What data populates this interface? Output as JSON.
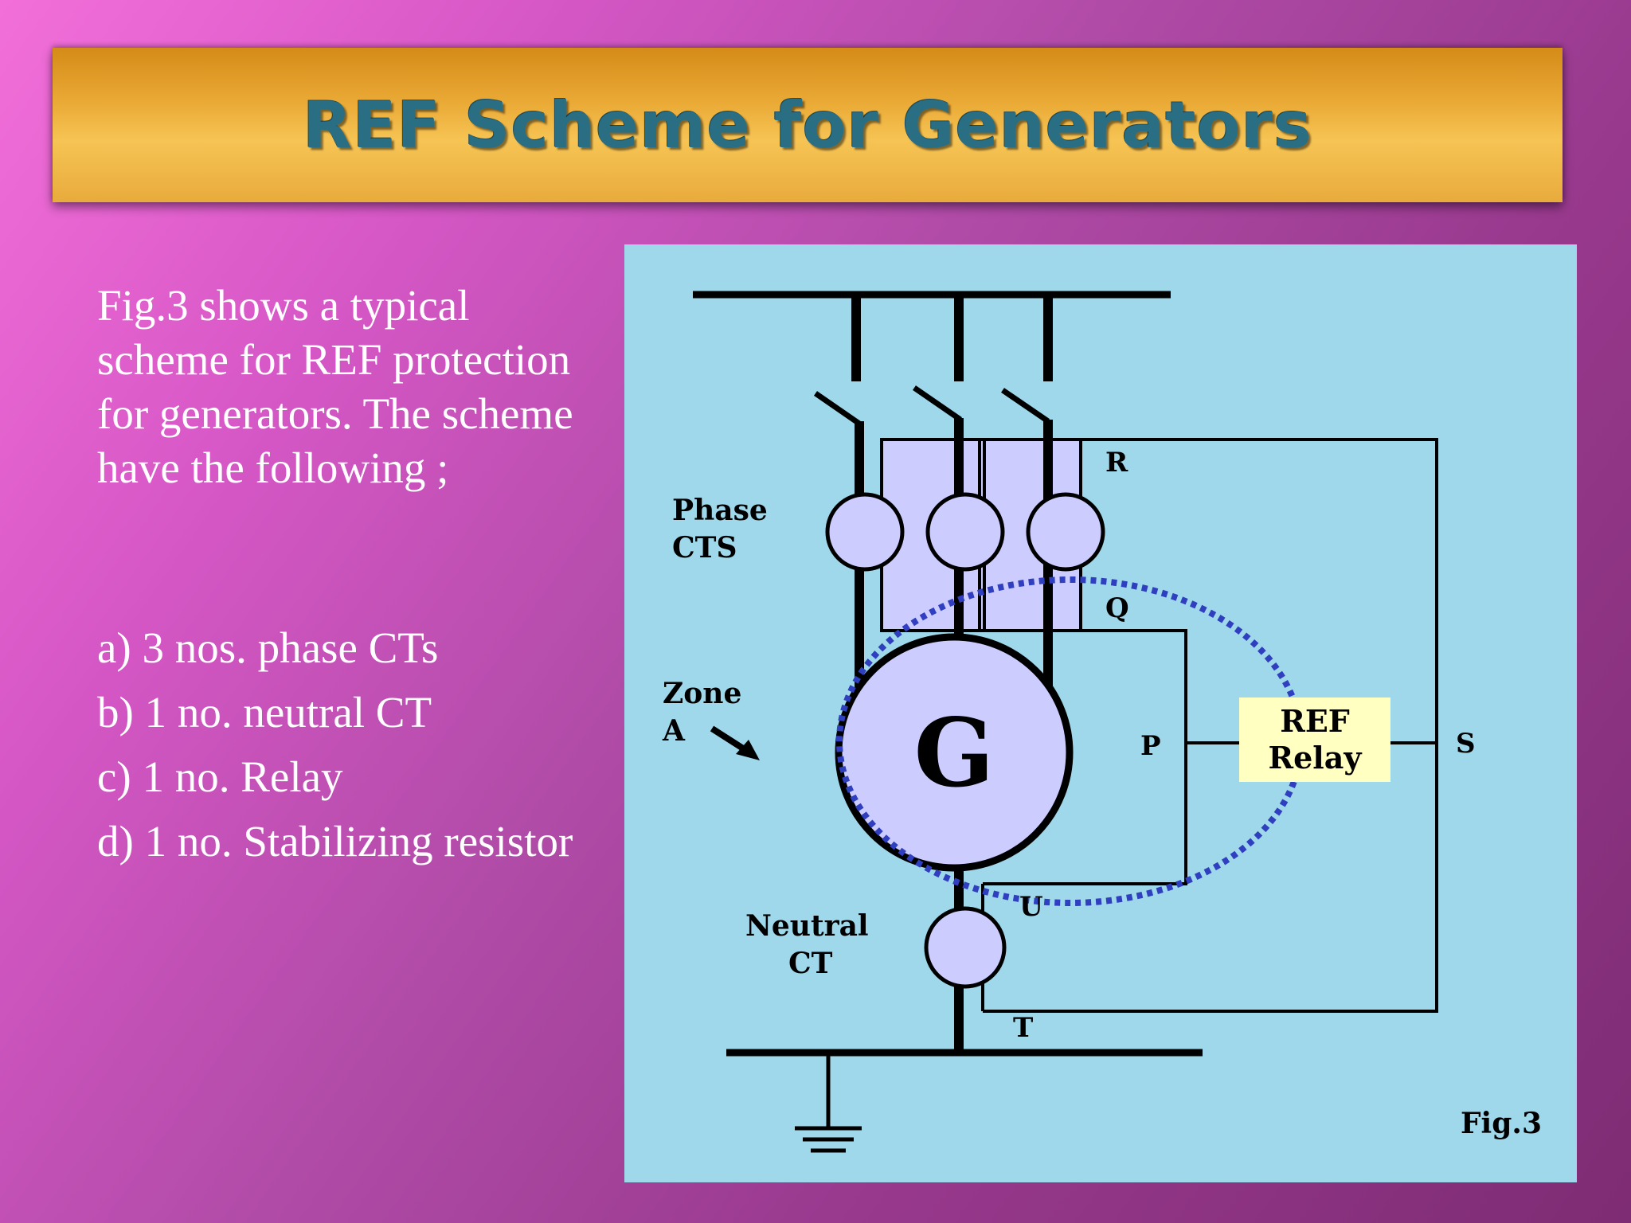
{
  "title": "REF Scheme for Generators",
  "description": "Fig.3 shows a typical scheme for REF protection for generators. The scheme have the following ;",
  "items": [
    "a) 3 nos. phase CTs",
    "b) 1 no. neutral CT",
    "c) 1 no.  Relay",
    "d) 1 no. Stabilizing resistor"
  ],
  "diagram": {
    "phase_cts_label_1": "Phase",
    "phase_cts_label_2": "CTS",
    "zone_label_1": "Zone",
    "zone_label_2": "A",
    "generator_label": "G",
    "neutral_ct_label_1": "Neutral",
    "neutral_ct_label_2": "CT",
    "relay_label_1": "REF",
    "relay_label_2": "Relay",
    "point_r": "R",
    "point_q": "Q",
    "point_p": "P",
    "point_s": "S",
    "point_u": "U",
    "point_t": "T",
    "figure_caption": "Fig.3"
  },
  "colors": {
    "diagram_bg": "#9ed8ea",
    "component_fill": "#ccccff",
    "relay_fill": "#ffffc2",
    "zone_dots": "#2f3fbf",
    "title_text": "#2a6e84"
  }
}
